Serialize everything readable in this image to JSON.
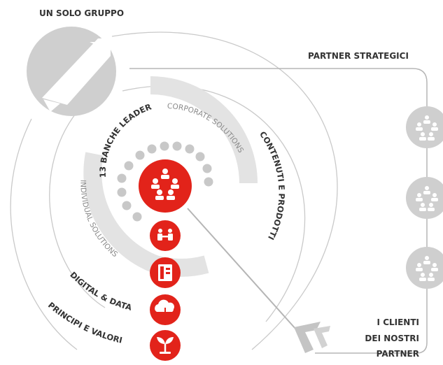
{
  "labels": {
    "group": "UN SOLO GRUPPO",
    "partners": "PARTNER STRATEGICI",
    "banks": "13 BANCHE LEADER",
    "corporate": "CORPORATE SOLUTIONS",
    "individual": "INDIVIDUAL SOLUTIONS",
    "contents": "CONTENUTI E PRODOTTI",
    "digital": "DIGITAL & DATA",
    "principles": "PRINCIPI E VALORI",
    "clients_line1": "I CLIENTI",
    "clients_line2": "DEI NOSTRI",
    "clients_line3": "PARTNER"
  },
  "colors": {
    "accent": "#e2231a",
    "line_grey": "#b5b5b5",
    "arc_grey": "#e3e3e3",
    "dot_grey": "#c8c8c8",
    "logo_grey": "#cfcfcf",
    "text": "#333333"
  },
  "icons": [
    "people-icon",
    "handshake-icon",
    "document-icon",
    "cloud-icon",
    "sprout-icon"
  ]
}
